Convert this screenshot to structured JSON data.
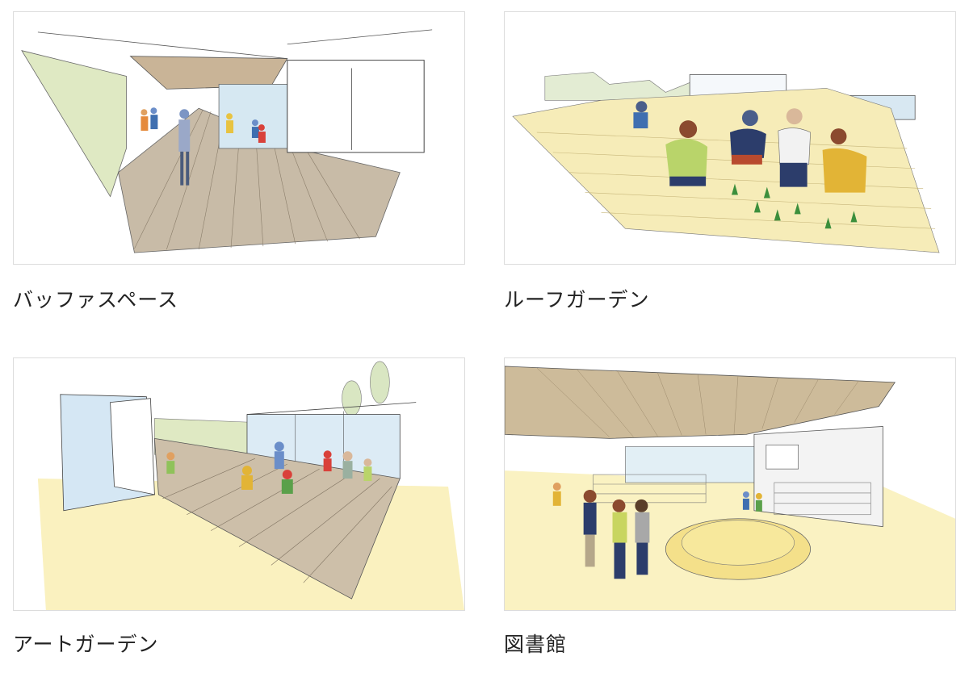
{
  "cards": [
    {
      "caption": "バッファスペース"
    },
    {
      "caption": "ルーフガーデン"
    },
    {
      "caption": "アートガーデン"
    },
    {
      "caption": "図書館"
    }
  ],
  "palette": {
    "wood": "#b9ad9c",
    "green": "#cfe0a8",
    "sand": "#f6eab0",
    "sky": "#cfe5f4",
    "ceiling": "#cdbb9a",
    "line": "#555555"
  }
}
